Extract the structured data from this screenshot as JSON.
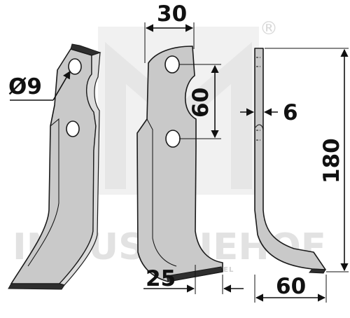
{
  "watermark": {
    "brand": "INDUSTRIEHOF",
    "location": "BOSTEL",
    "registered_mark": "®"
  },
  "dimensions": {
    "hole_diameter": "Ø9",
    "top_width": "30",
    "hole_spacing": "60",
    "thickness": "6",
    "height": "180",
    "bottom_offset": "25",
    "foot_width": "60"
  }
}
